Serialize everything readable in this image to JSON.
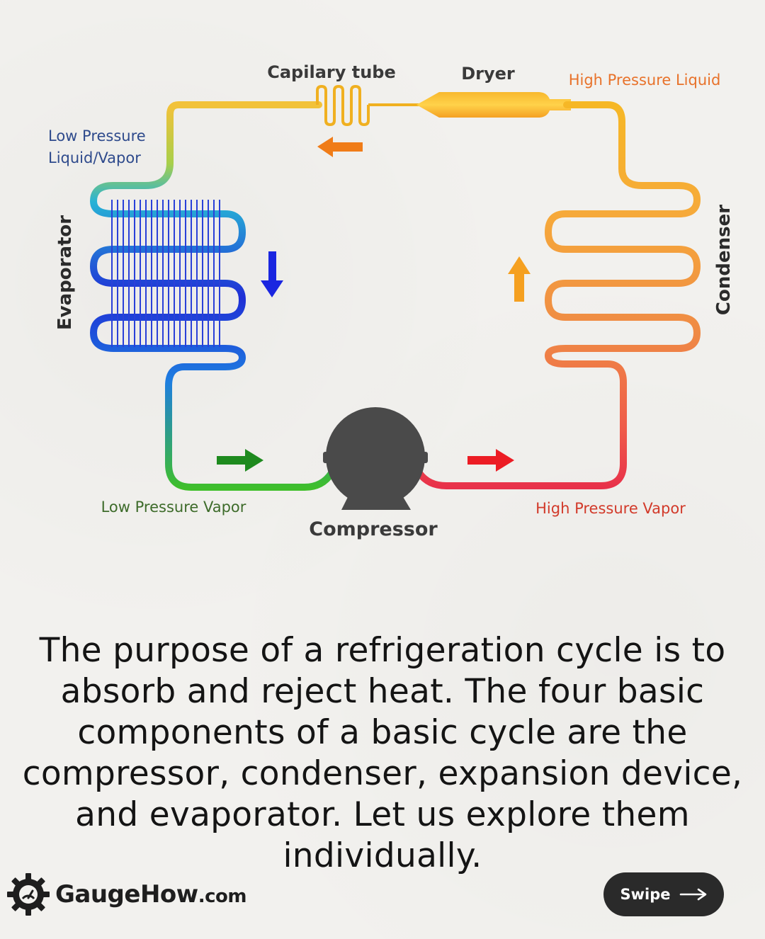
{
  "diagram": {
    "labels": {
      "capillary_tube": "Capilary tube",
      "dryer": "Dryer",
      "high_pressure_liquid": "High Pressure Liquid",
      "low_pressure_line1": "Low Pressure",
      "low_pressure_line2": "Liquid/Vapor",
      "evaporator": "Evaporator",
      "condenser": "Condenser",
      "low_pressure_vapor": "Low Pressure Vapor",
      "high_pressure_vapor": "High Pressure Vapor",
      "compressor": "Compressor"
    },
    "colors": {
      "blue_label": "#2e4a8c",
      "orange_label": "#e8722a",
      "green_label": "#3d6b2a",
      "red_label": "#d23a2a",
      "evaporator_coil": "#1f2fd6",
      "condenser_coil": "#f39a2e",
      "compressor": "#4a4a4a"
    }
  },
  "caption": {
    "line1": "The purpose of a refrigeration cycle is to",
    "line2": "absorb and reject heat. The four basic",
    "line3": "components of a basic cycle are the",
    "line4": "compressor, condenser, expansion device,",
    "line5": "and evaporator. Let us explore them",
    "line6": "individually."
  },
  "brand": {
    "name": "GaugeHow",
    "domain": ".com",
    "icon": "gear-logo-icon"
  },
  "swipe": {
    "label": "Swipe",
    "icon": "arrow-right-icon"
  }
}
